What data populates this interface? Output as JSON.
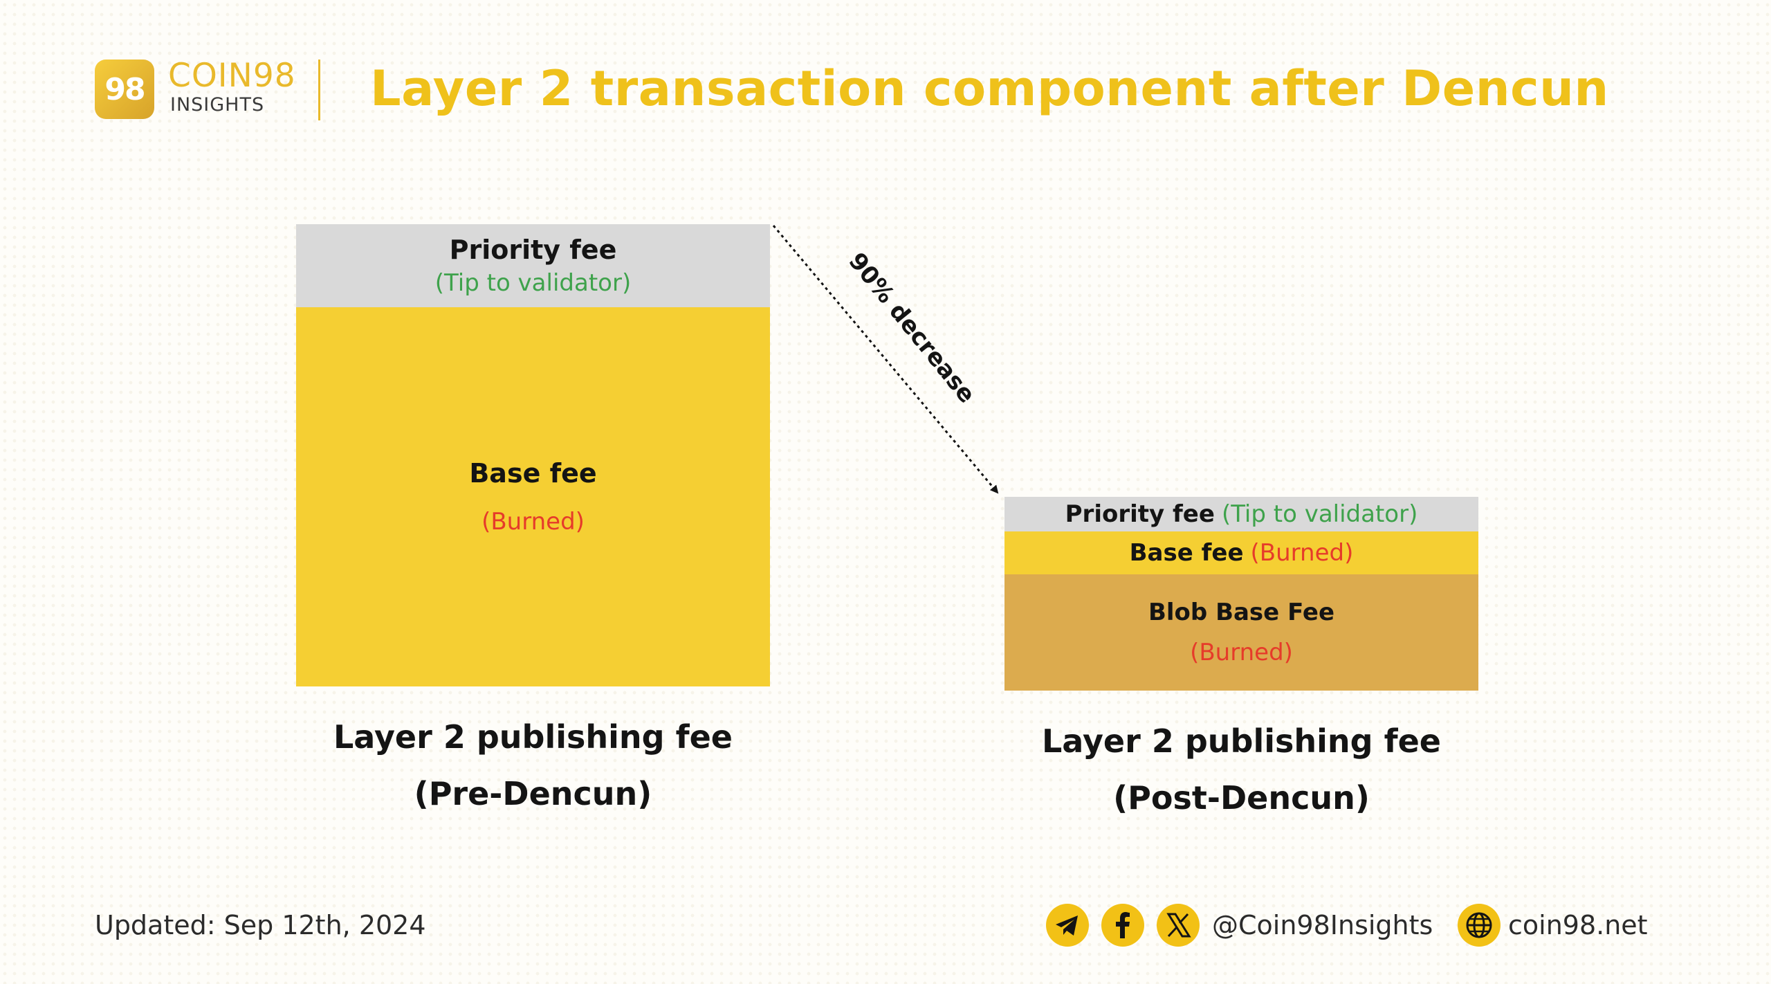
{
  "header": {
    "logo_mark": "98",
    "logo_name": "COIN98",
    "logo_sub": "INSIGHTS",
    "title": "Layer 2 transaction component after Dencun"
  },
  "pre_dencun": {
    "priority_label": "Priority fee",
    "priority_note": "(Tip to validator)",
    "base_label": "Base fee",
    "base_note": "(Burned)",
    "caption_line1": "Layer 2 publishing fee",
    "caption_line2": "(Pre-Dencun)"
  },
  "transition": {
    "label": "90% decrease"
  },
  "post_dencun": {
    "priority_label": "Priority fee",
    "priority_note": "(Tip to validator)",
    "base_label": "Base fee",
    "base_note": "(Burned)",
    "blob_label": "Blob Base Fee",
    "blob_note": "(Burned)",
    "caption_line1": "Layer 2 publishing fee",
    "caption_line2": "(Post-Dencun)"
  },
  "footer": {
    "updated": "Updated: Sep 12th, 2024",
    "social_icons": [
      "telegram-icon",
      "facebook-icon",
      "x-icon"
    ],
    "handle": "@Coin98Insights",
    "website_icon": "globe-icon",
    "website": "coin98.net"
  },
  "colors": {
    "accent": "#efc11b",
    "gray_block": "#d9d9d9",
    "yellow_block": "#f5cf33",
    "blob_block": "#dcab4e",
    "green_text": "#3ea24b",
    "red_text": "#e63b2a"
  }
}
